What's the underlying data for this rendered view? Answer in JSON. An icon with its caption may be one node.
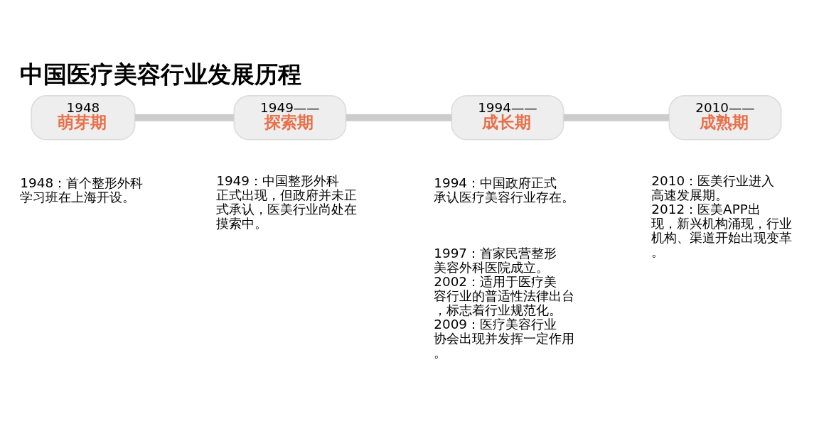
{
  "diagram": {
    "title": "中国医疗美容行业发展历程",
    "nodes": [
      {
        "text": [
          "1948",
          "萌芽期"
        ],
        "beside": [
          "1948：首个整形外科学习班在上海开设。"
        ]
      },
      {
        "text": [
          "1949——",
          "探索期"
        ],
        "beside": [
          "1949：中国整形外科正式出现，但政府并未正式承认，医美行业尚处在摸索中。"
        ]
      },
      {
        "text": [
          "1994——",
          "成长期"
        ],
        "beside": [
          "1994：中国政府正式承认医疗美容行业存在。",
          "1997：首家民营整形美容外科医院成立。 2002：适用于医疗美容行业的普适性法律出台，标志着行业规范化。 2009：医疗美容行业协会出现并发挥一定作用。"
        ]
      },
      {
        "text": [
          "2010——",
          "成熟期"
        ],
        "beside": [
          "2010：医美行业进入高速发展期。 2012：医美APP出现，新兴机构涌现，行业机构、渠道开始出现变革。"
        ]
      }
    ],
    "edges": [
      {
        "from": 0,
        "to": 1,
        "arrow": "none"
      },
      {
        "from": 1,
        "to": 2,
        "arrow": "none"
      },
      {
        "from": 2,
        "to": 3,
        "arrow": "none"
      }
    ]
  }
}
